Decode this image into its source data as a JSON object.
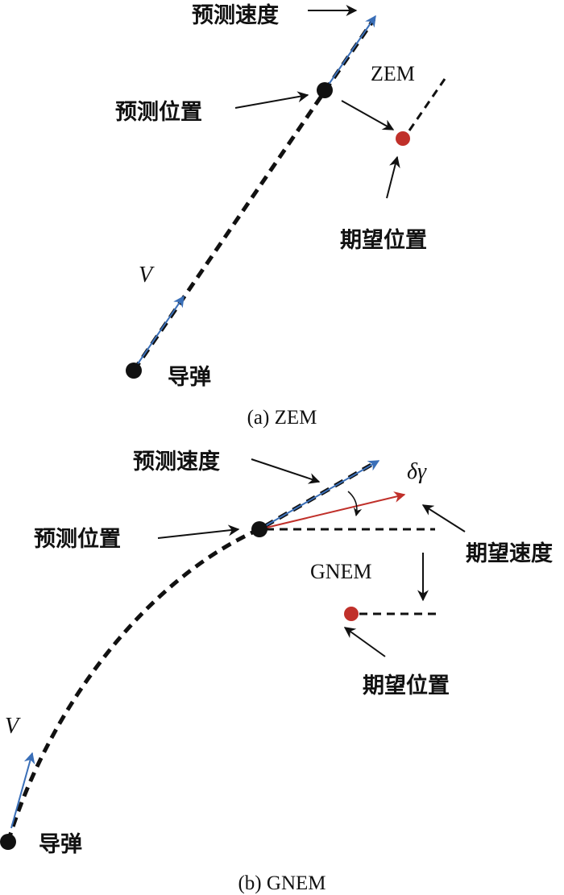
{
  "colors": {
    "trajectory": "#111111",
    "predicted_velocity": "#3a6fb8",
    "desired_velocity": "#c0302a",
    "desired_point": "#c0302a"
  },
  "panel_a": {
    "caption": "(a) ZEM",
    "labels": {
      "predicted_velocity": "预测速度",
      "predicted_position": "预测位置",
      "zem": "ZEM",
      "desired_position": "期望位置",
      "velocity": "V",
      "missile": "导弹"
    }
  },
  "panel_b": {
    "caption": "(b) GNEM",
    "labels": {
      "predicted_velocity": "预测速度",
      "predicted_position": "预测位置",
      "delta_gamma": "δγ",
      "desired_velocity": "期望速度",
      "gnem": "GNEM",
      "desired_position": "期望位置",
      "velocity": "V",
      "missile": "导弹"
    }
  }
}
